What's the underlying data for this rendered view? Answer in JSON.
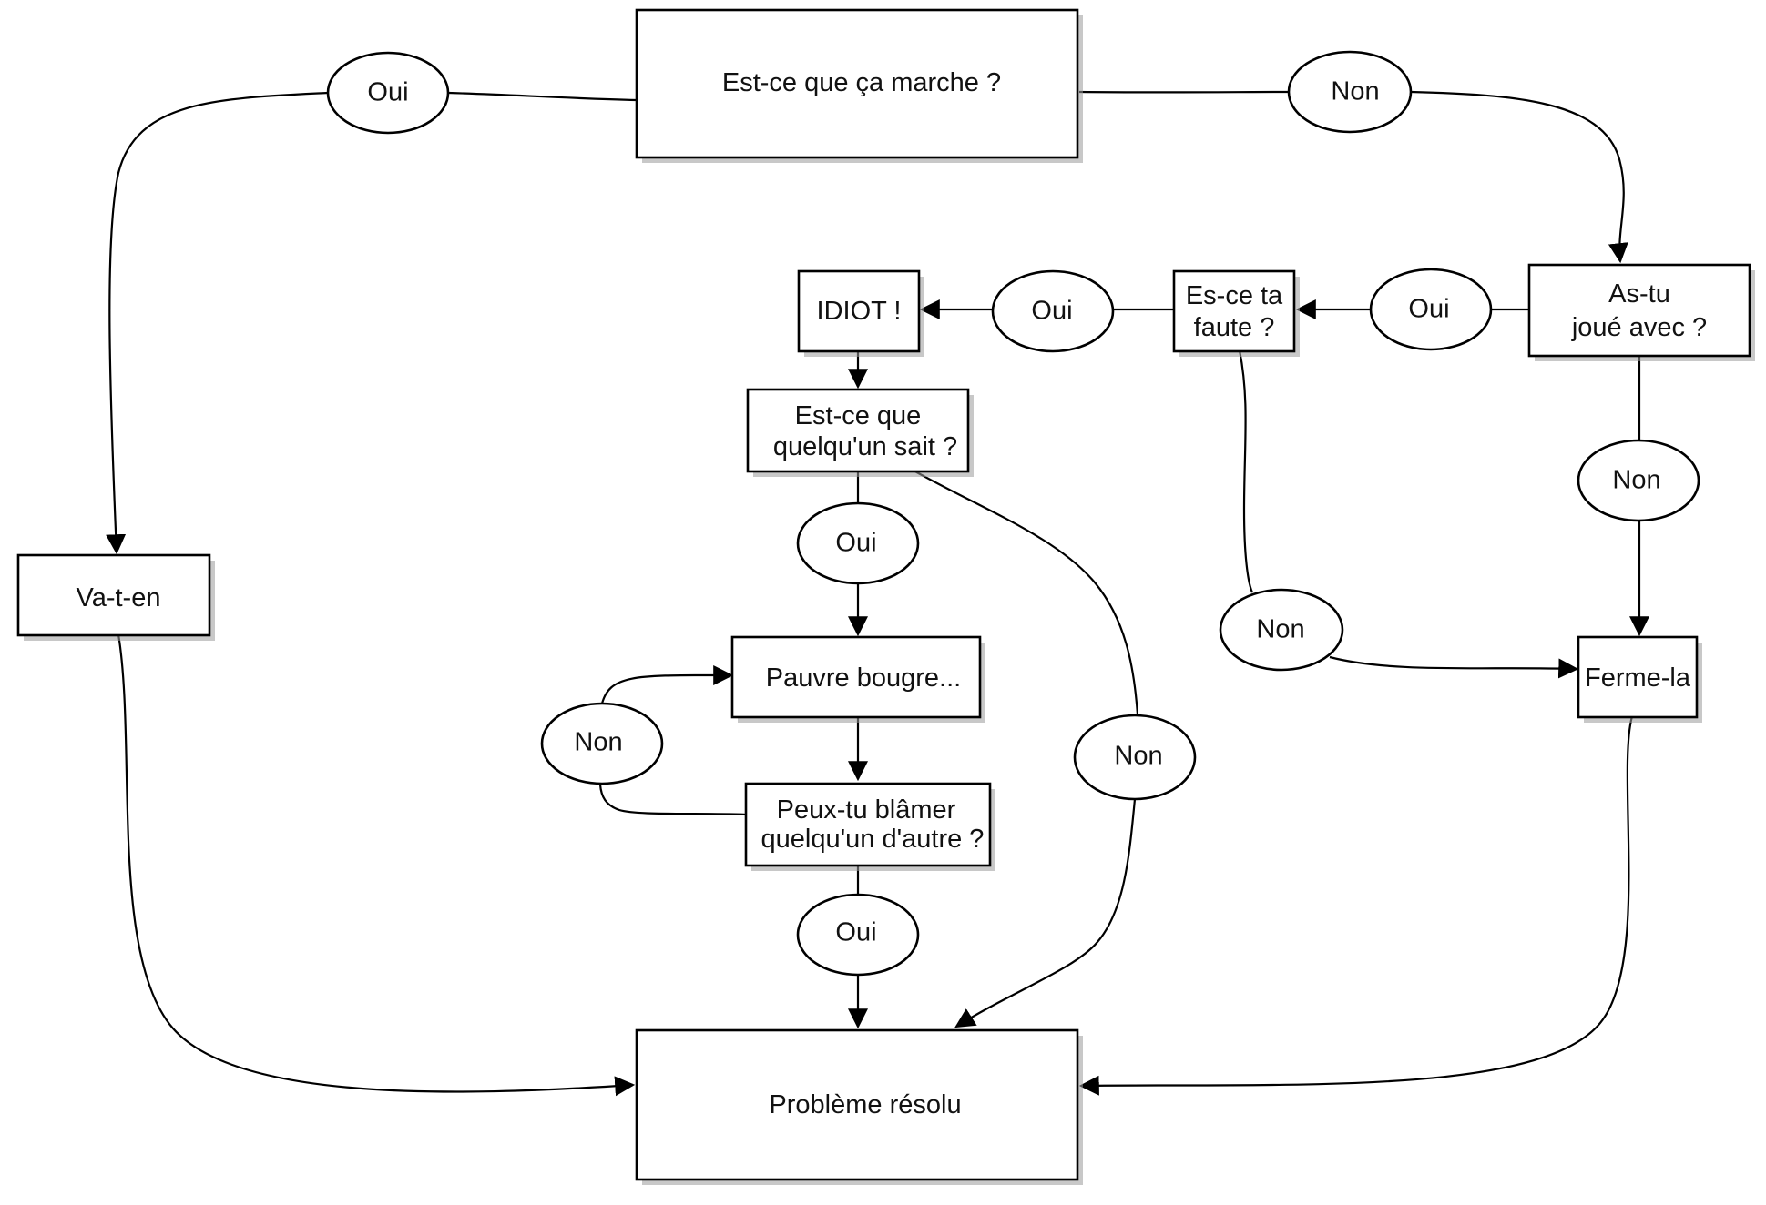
{
  "colors": {
    "line": "#000000",
    "fill": "#ffffff",
    "shadow": "#9a9a9a"
  },
  "nodes": {
    "q_marche": {
      "lines": [
        "Est-ce que ça marche ?"
      ]
    },
    "vaten": {
      "lines": [
        "Va-t-en"
      ]
    },
    "joue": {
      "lines": [
        "As-tu",
        "joué avec ?"
      ]
    },
    "faute": {
      "lines": [
        "Es-ce ta",
        "faute ?"
      ]
    },
    "idiot": {
      "lines": [
        "IDIOT !"
      ]
    },
    "sait": {
      "lines": [
        "Est-ce que",
        "quelqu'un sait ?"
      ]
    },
    "pauvre": {
      "lines": [
        "Pauvre bougre..."
      ]
    },
    "blamer": {
      "lines": [
        "Peux-tu blâmer",
        "quelqu'un d'autre ?"
      ]
    },
    "fermela": {
      "lines": [
        "Ferme-la"
      ]
    },
    "resolu": {
      "lines": [
        "Problème résolu"
      ]
    }
  },
  "edge_labels": {
    "oui_marche": "Oui",
    "non_marche": "Non",
    "oui_joue": "Oui",
    "non_joue": "Non",
    "oui_faute": "Oui",
    "non_faute": "Non",
    "oui_sait": "Oui",
    "non_sait": "Non",
    "non_blamer": "Non",
    "oui_blamer": "Oui"
  }
}
